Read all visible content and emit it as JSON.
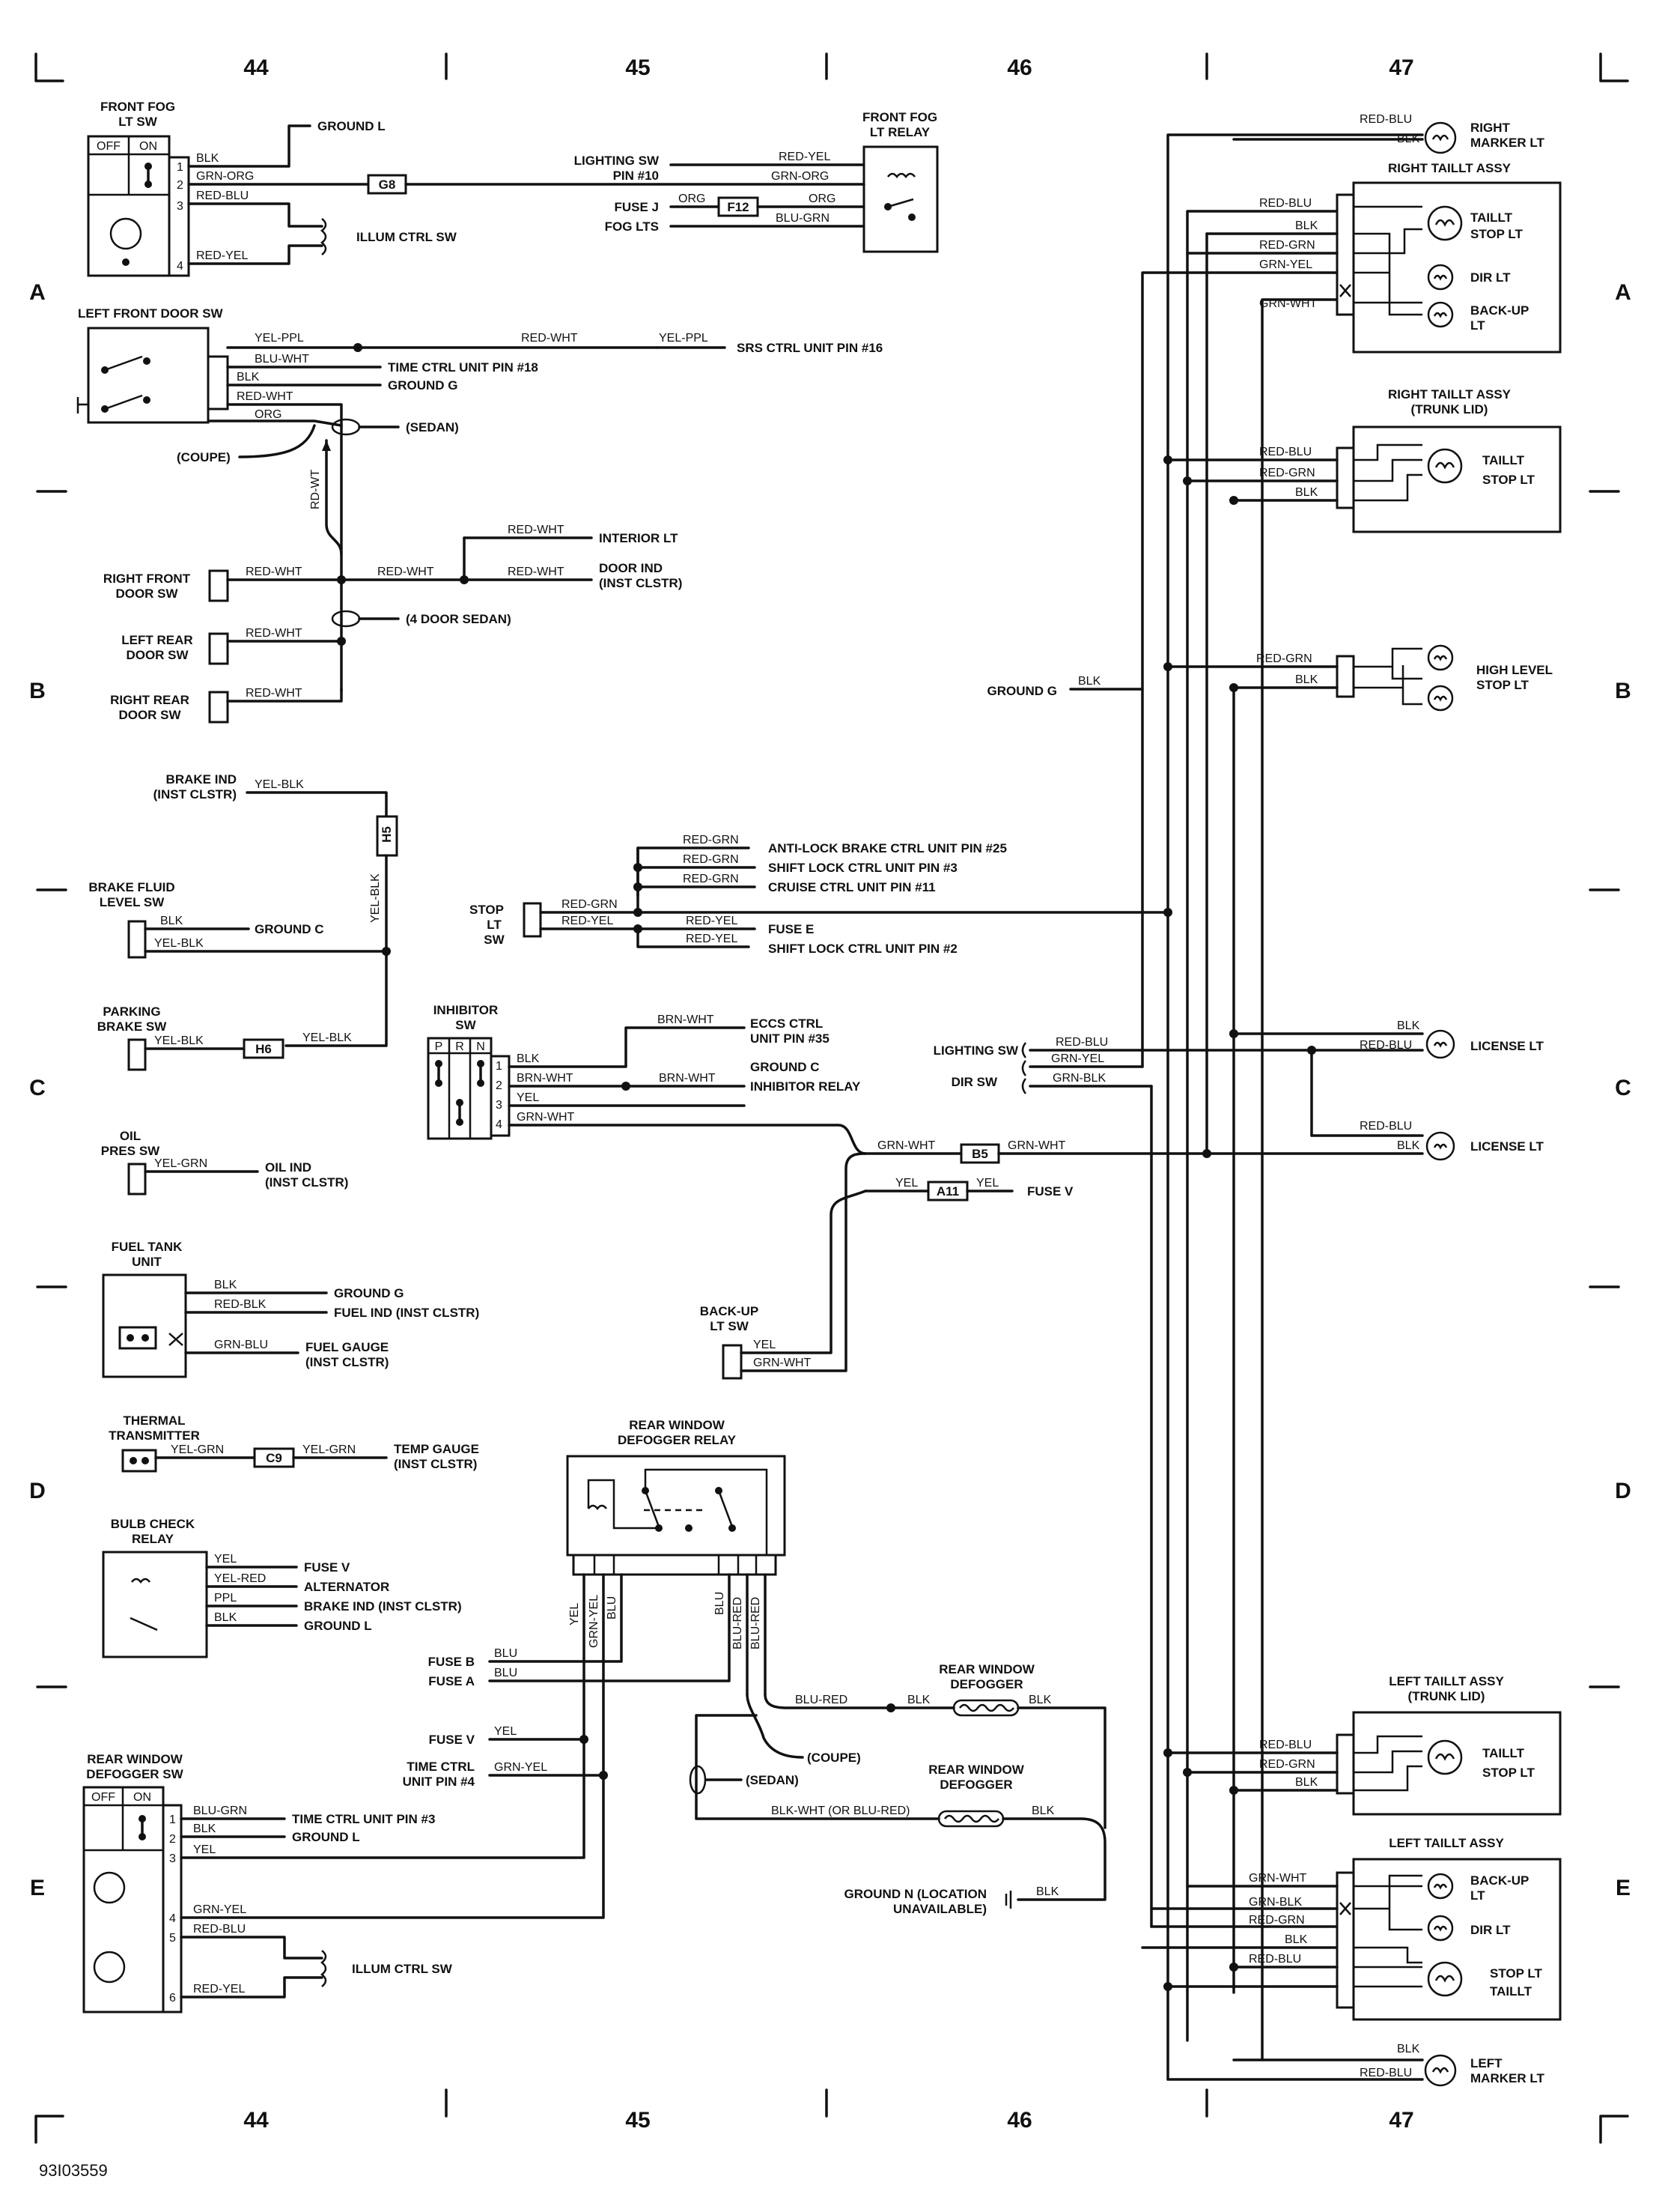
{
  "frame": {
    "columns": [
      "44",
      "45",
      "46",
      "47"
    ],
    "rows": [
      "A",
      "B",
      "C",
      "D",
      "E"
    ],
    "figure_code": "93I03559"
  },
  "col44": {
    "front_fog_sw": "FRONT FOG",
    "front_fog_sw2": "LT SW",
    "off": "OFF",
    "on": "ON",
    "pins": [
      "1",
      "2",
      "3",
      "4"
    ],
    "blk": "BLK",
    "ground_l": "GROUND L",
    "grn_org": "GRN-ORG",
    "red_blu": "RED-BLU",
    "red_yel": "RED-YEL",
    "illum_ctrl_sw": "ILLUM CTRL SW",
    "g8": "G8",
    "left_front_door_sw": "LEFT FRONT DOOR SW",
    "yel_ppl": "YEL-PPL",
    "blu_wht": "BLU-WHT",
    "red_wht": "RED-WHT",
    "org": "ORG",
    "time_ctrl_18": "TIME CTRL UNIT PIN #18",
    "ground_g": "GROUND G",
    "sedan": "(SEDAN)",
    "coupe": "(COUPE)",
    "rd_wt": "RD-WT",
    "right_front": "RIGHT FRONT",
    "door_sw": "DOOR SW",
    "left_rear": "LEFT REAR",
    "right_rear": "RIGHT REAR",
    "four_door_sedan": "(4 DOOR SEDAN)",
    "interior_lt": "INTERIOR LT",
    "door_ind": "DOOR IND",
    "inst_clstr": "(INST CLSTR)",
    "brake_ind": "BRAKE IND",
    "yel_blk": "YEL-BLK",
    "h5": "H5",
    "brake_fluid": "BRAKE FLUID",
    "level_sw": "LEVEL SW",
    "ground_c": "GROUND C",
    "parking": "PARKING",
    "brake_sw": "BRAKE SW",
    "h6": "H6",
    "oil": "OIL",
    "pres_sw": "PRES SW",
    "yel_grn": "YEL-GRN",
    "oil_ind": "OIL IND",
    "fuel_tank": "FUEL TANK",
    "unit": "UNIT",
    "red_blk": "RED-BLK",
    "grn_blu": "GRN-BLU",
    "fuel_ind": "FUEL IND (INST CLSTR)",
    "fuel_gauge": "FUEL GAUGE",
    "thermal": "THERMAL",
    "transmitter": "TRANSMITTER",
    "c9": "C9",
    "temp_gauge": "TEMP GAUGE",
    "bulb_check": "BULB CHECK",
    "relay": "RELAY",
    "yel": "YEL",
    "yel_red": "YEL-RED",
    "ppl": "PPL",
    "fuse_v": "FUSE V",
    "alternator": "ALTERNATOR",
    "brake_ind_inst": "BRAKE IND (INST CLSTR)",
    "rear_window": "REAR WINDOW",
    "defogger_sw": "DEFOGGER SW",
    "blu_grn": "BLU-GRN",
    "grn_yel": "GRN-YEL",
    "pins6": [
      "1",
      "2",
      "3",
      "4",
      "5",
      "6"
    ],
    "time_ctrl_3": "TIME CTRL UNIT PIN #3"
  },
  "col45": {
    "lighting_sw": "LIGHTING SW",
    "pin10": "PIN #10",
    "fuse_j": "FUSE J",
    "fog_lts": "FOG LTS",
    "org": "ORG",
    "f12": "F12",
    "srs": "SRS CTRL UNIT PIN #16",
    "red_wht": "RED-WHT",
    "yel_ppl": "YEL-PPL",
    "stop": "STOP",
    "lt": "LT",
    "sw": "SW",
    "red_grn": "RED-GRN",
    "red_yel": "RED-YEL",
    "inhibitor": "INHIBITOR",
    "prn": [
      "P",
      "R",
      "N"
    ],
    "pins": [
      "1",
      "2",
      "3",
      "4"
    ],
    "blk": "BLK",
    "brn_wht": "BRN-WHT",
    "yel": "YEL",
    "grn_wht": "GRN-WHT",
    "back_up": "BACK-UP",
    "lt_sw": "LT SW",
    "rear_window": "REAR WINDOW",
    "defogger_relay": "DEFOGGER RELAY",
    "grn_yel": "GRN-YEL",
    "blu": "BLU",
    "blu_red": "BLU-RED",
    "fuse_b": "FUSE B",
    "fuse_a": "FUSE A",
    "fuse_v": "FUSE V",
    "time_ctrl": "TIME CTRL",
    "unit_pin4": "UNIT PIN #4"
  },
  "col46": {
    "front_fog_relay": "FRONT FOG",
    "lt_relay": "LT RELAY",
    "red_yel": "RED-YEL",
    "grn_org": "GRN-ORG",
    "org": "ORG",
    "blu_grn": "BLU-GRN",
    "red_grn": "RED-GRN",
    "anti_lock": "ANTI-LOCK BRAKE CTRL UNIT PIN #25",
    "shift_lock3": "SHIFT LOCK CTRL UNIT PIN #3",
    "cruise": "CRUISE CTRL UNIT PIN #11",
    "fuse_e": "FUSE E",
    "shift_lock2": "SHIFT LOCK CTRL UNIT PIN #2",
    "eccs": "ECCS CTRL",
    "unit_pin35": "UNIT PIN #35",
    "ground_c": "GROUND C",
    "inhibitor_relay": "INHIBITOR RELAY",
    "brn_wht": "BRN-WHT",
    "grn_wht": "GRN-WHT",
    "b5": "B5",
    "yel": "YEL",
    "a11": "A11",
    "fuse_v": "FUSE V",
    "lighting_sw": "LIGHTING SW",
    "dir_sw": "DIR SW",
    "red_blu": "RED-BLU",
    "grn_yel": "GRN-YEL",
    "grn_blk": "GRN-BLK",
    "ground_g": "GROUND G",
    "blk": "BLK",
    "blu_red": "BLU-RED",
    "coupe": "(COUPE)",
    "sedan": "(SEDAN)",
    "rear_window": "REAR WINDOW",
    "defogger": "DEFOGGER",
    "blk_wht": "BLK-WHT (OR BLU-RED)",
    "ground_n": "GROUND N (LOCATION",
    "unavailable": "UNAVAILABLE)"
  },
  "col47": {
    "red_blu": "RED-BLU",
    "blk": "BLK",
    "right": "RIGHT",
    "marker_lt": "MARKER LT",
    "right_taillt_assy": "RIGHT TAILLT ASSY",
    "red_grn": "RED-GRN",
    "grn_yel": "GRN-YEL",
    "grn_wht": "GRN-WHT",
    "grn_blk": "GRN-BLK",
    "taillt": "TAILLT",
    "stop_lt": "STOP LT",
    "dir_lt": "DIR LT",
    "back_up": "BACK-UP",
    "lt": "LT",
    "trunk_lid": "(TRUNK LID)",
    "high_level": "HIGH LEVEL",
    "license_lt": "LICENSE LT",
    "left_taillt_assy": "LEFT TAILLT ASSY",
    "stop_lt2": "STOP LT",
    "left": "LEFT"
  }
}
